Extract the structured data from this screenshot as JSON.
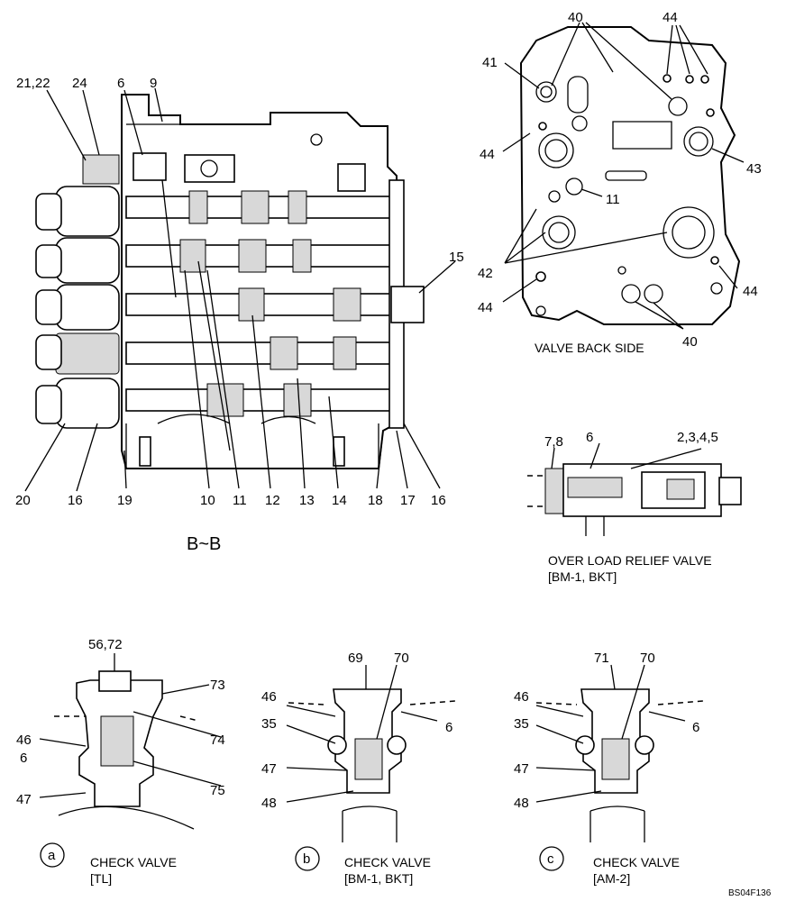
{
  "main_section": {
    "section_label": "B~B",
    "callouts": {
      "c21_22": "21,22",
      "c24": "24",
      "c6": "6",
      "c9": "9",
      "c15": "15",
      "c20": "20",
      "c16a": "16",
      "c19": "19",
      "c10": "10",
      "c11": "11",
      "c12": "12",
      "c13": "13",
      "c14": "14",
      "c18": "18",
      "c17": "17",
      "c16b": "16"
    }
  },
  "back_side": {
    "caption": "VALVE BACK SIDE",
    "callouts": {
      "c40a": "40",
      "c44a": "44",
      "c41": "41",
      "c44b": "44",
      "c43": "43",
      "c11": "11",
      "c42": "42",
      "c44c": "44",
      "c44d": "44",
      "c40b": "40"
    }
  },
  "relief_valve": {
    "caption_line1": "OVER LOAD RELIEF VALVE",
    "caption_line2": "[BM-1, BKT]",
    "callouts": {
      "c7_8": "7,8",
      "c6": "6",
      "c2345": "2,3,4,5"
    }
  },
  "check_valve_a": {
    "marker": "a",
    "caption_line1": "CHECK VALVE",
    "caption_line2": "[TL]",
    "callouts": {
      "c56_72": "56,72",
      "c73": "73",
      "c74": "74",
      "c46": "46",
      "c6": "6",
      "c75": "75",
      "c47": "47"
    }
  },
  "check_valve_b": {
    "marker": "b",
    "caption_line1": "CHECK VALVE",
    "caption_line2": "[BM-1, BKT]",
    "callouts": {
      "c69": "69",
      "c70": "70",
      "c46": "46",
      "c6": "6",
      "c35": "35",
      "c47": "47",
      "c48": "48"
    }
  },
  "check_valve_c": {
    "marker": "c",
    "caption_line1": "CHECK VALVE",
    "caption_line2": "[AM-2]",
    "callouts": {
      "c71": "71",
      "c70": "70",
      "c46": "46",
      "c6": "6",
      "c35": "35",
      "c47": "47",
      "c48": "48"
    }
  },
  "drawing_code": "BS04F136"
}
